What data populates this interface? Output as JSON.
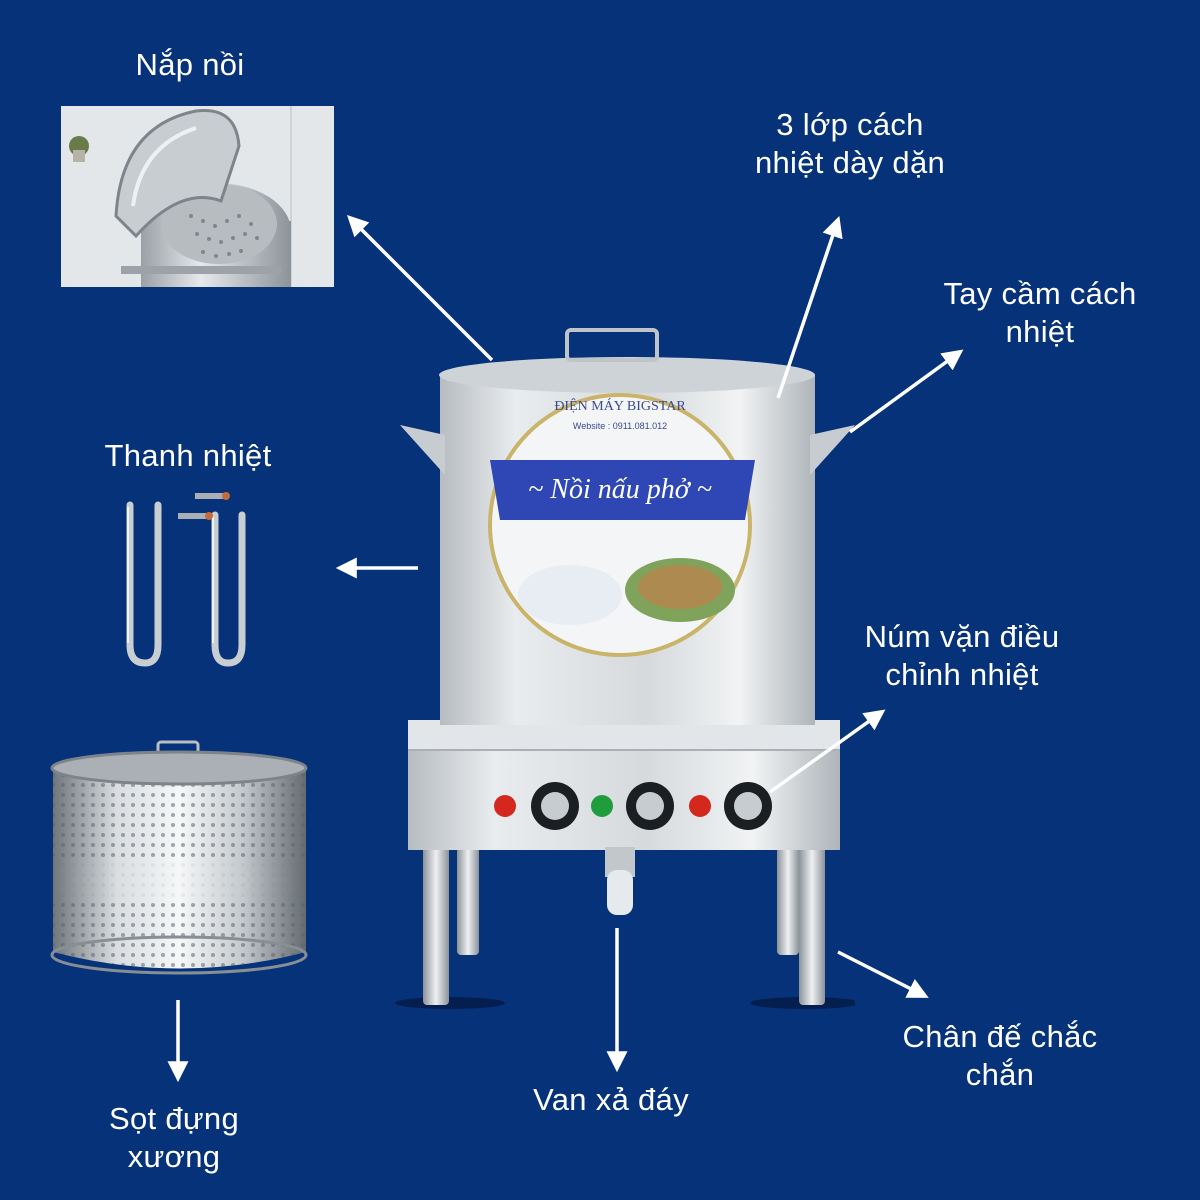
{
  "colors": {
    "background": "#06327a",
    "text": "#ffffff",
    "arrow": "#ffffff",
    "steel": "#d5d9dd",
    "sticker_band": "#2f46b5"
  },
  "labels": {
    "lid": "Nắp nồi",
    "insulation": [
      "3 lớp cách",
      "nhiệt dày dặn"
    ],
    "handle": [
      "Tay cầm cách",
      "nhiệt"
    ],
    "heater": "Thanh nhiệt",
    "knob": [
      "Núm vặn điều",
      "chỉnh nhiệt"
    ],
    "basket": [
      "Sọt đựng",
      "xương"
    ],
    "drain": "Van xả đáy",
    "legs": [
      "Chân đế chắc",
      "chắn"
    ]
  },
  "product": {
    "brand": "ĐIỆN MÁY BIGSTAR",
    "website": "Website : 0911.081.012",
    "title": "~ Nồi nấu phở ~"
  }
}
